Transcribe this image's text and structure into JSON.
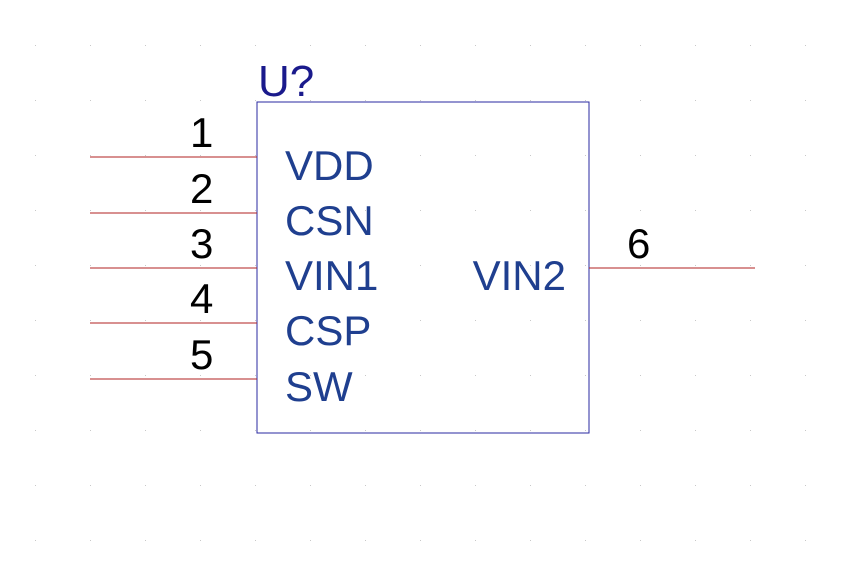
{
  "designator": "U?",
  "colors": {
    "designator": "#1a1a8c",
    "pin_name": "#1f3f8f",
    "pin_number": "#000000",
    "pin_line": "#b22222",
    "body_outline": "#2a2aa0"
  },
  "left_pins": [
    {
      "number": "1",
      "name": "VDD"
    },
    {
      "number": "2",
      "name": "CSN"
    },
    {
      "number": "3",
      "name": "VIN1"
    },
    {
      "number": "4",
      "name": "CSP"
    },
    {
      "number": "5",
      "name": "SW"
    }
  ],
  "right_pins": [
    {
      "number": "6",
      "name": "VIN2"
    }
  ]
}
